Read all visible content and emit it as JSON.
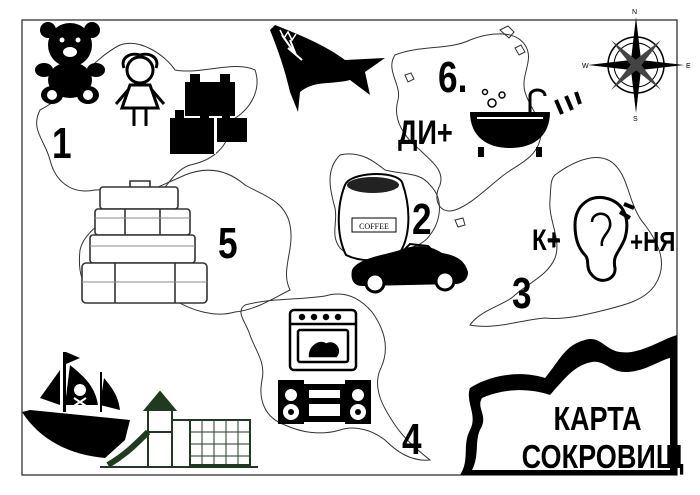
{
  "title": {
    "line1": "КАРТА",
    "line2": "СОКРОВИЩ"
  },
  "numbers": [
    "1",
    "2",
    "3",
    "4",
    "5",
    "6."
  ],
  "clues": {
    "bath_prefix": "ДИ+",
    "ear_prefix": "К+",
    "ear_suffix": "+НЯ",
    "coffee_label": "COFFEE"
  },
  "compass": {
    "n": "N",
    "s": "S",
    "w": "W",
    "e": "E"
  },
  "icons": [
    "teddy-bear-icon",
    "doll-icon",
    "lego-bricks-icon",
    "shark-icon",
    "compass-rose-icon",
    "bathtub-icon",
    "coffee-sack-icon",
    "car-icon",
    "ear-icon",
    "suitcases-icon",
    "oven-icon",
    "stereo-icon",
    "pirate-ship-icon",
    "playground-icon"
  ]
}
